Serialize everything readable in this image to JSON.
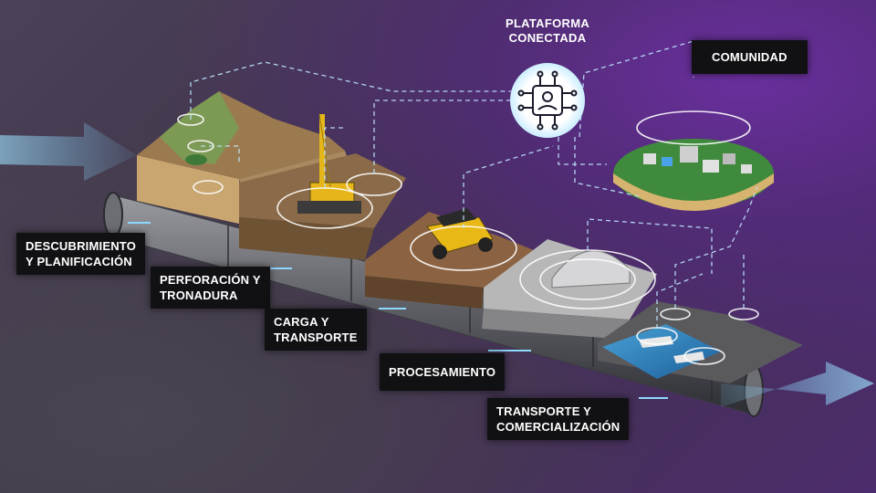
{
  "platform": {
    "title_line1": "PLATAFORMA",
    "title_line2": "CONECTADA",
    "icon": "circuit-chip-user-icon"
  },
  "stages": [
    {
      "line1": "DESCUBRIMIENTO",
      "line2": "Y PLANIFICACIÓN"
    },
    {
      "line1": "PERFORACIÓN Y",
      "line2": "TRONADURA"
    },
    {
      "line1": "CARGA Y",
      "line2": "TRANSPORTE"
    },
    {
      "line1": "PROCESAMIENTO",
      "line2": ""
    },
    {
      "line1": "TRANSPORTE Y",
      "line2": "COMERCIALIZACIÓN"
    }
  ],
  "community": {
    "label": "COMUNIDAD"
  },
  "colors": {
    "accent_glow": "#8fd8ff",
    "label_bg": "#111114",
    "background_purple": "#5a2a8a"
  }
}
